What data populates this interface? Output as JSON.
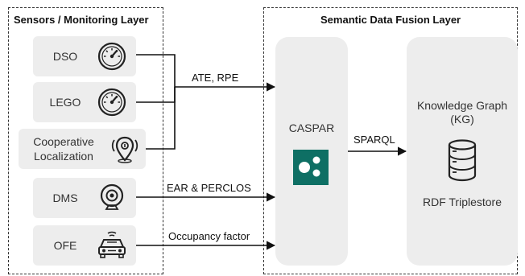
{
  "layers": {
    "sensors": {
      "title": "Sensors / Monitoring Layer"
    },
    "fusion": {
      "title": "Semantic Data Fusion Layer"
    }
  },
  "sensors": [
    {
      "id": "dso",
      "label": "DSO",
      "icon": "speedometer-icon"
    },
    {
      "id": "lego",
      "label": "LEGO",
      "icon": "speedometer-icon"
    },
    {
      "id": "coop",
      "label_line1": "Cooperative",
      "label_line2": "Localization",
      "icon": "location-pin-icon"
    },
    {
      "id": "dms",
      "label": "DMS",
      "icon": "webcam-icon"
    },
    {
      "id": "ofe",
      "label": "OFE",
      "icon": "car-icon"
    }
  ],
  "edges": {
    "ate_rpe": "ATE, RPE",
    "ear_perclos": "EAR & PERCLOS",
    "occupancy": "Occupancy factor",
    "sparql": "SPARQL"
  },
  "caspar": {
    "label": "CASPAR",
    "icon": "caspar-logo-icon",
    "logo_color": "#0e6f64"
  },
  "kg": {
    "title_line1": "Knowledge Graph",
    "title_line2": "(KG)",
    "store_label": "RDF Triplestore",
    "icon": "database-icon"
  }
}
